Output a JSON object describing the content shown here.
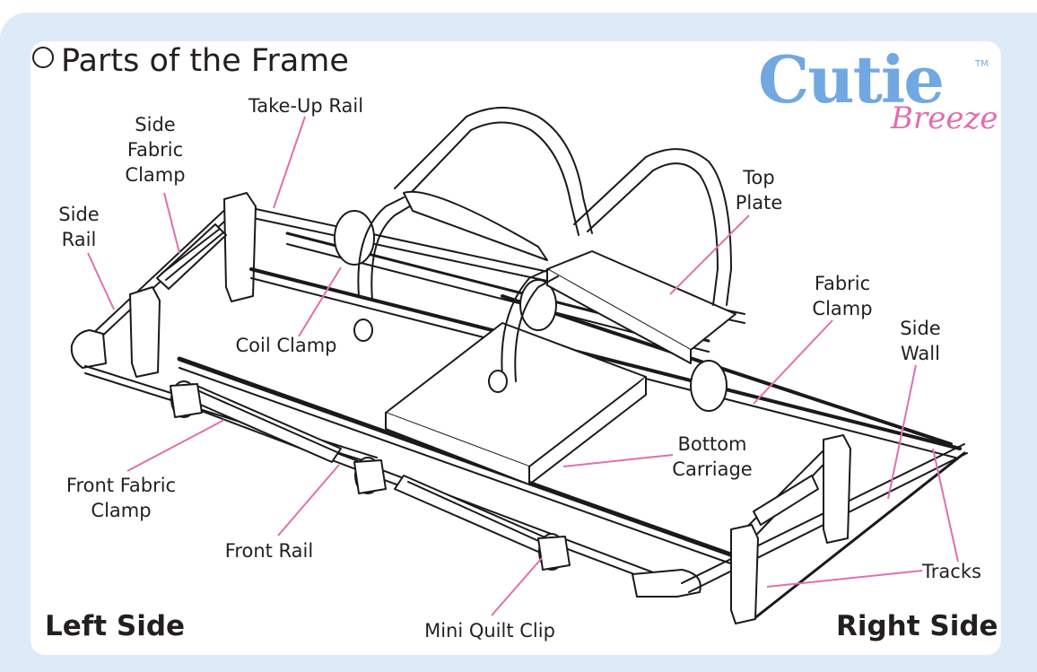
{
  "title": "Parts of the Frame",
  "logo": {
    "main": "Cutie",
    "trademark": "TM",
    "sub": "Breeze"
  },
  "colors": {
    "panel_background": "#ddeaf8",
    "callout_line": "#e06fae",
    "logo_blue": "#72a8e2",
    "logo_pink": "#e06fae",
    "text": "#231f20"
  },
  "callouts": {
    "take_up_rail": "Take-Up Rail",
    "side_fabric_clamp": [
      "Side",
      "Fabric",
      "Clamp"
    ],
    "side_rail": [
      "Side",
      "Rail"
    ],
    "coil_clamp": "Coil Clamp",
    "top_plate": [
      "Top",
      "Plate"
    ],
    "fabric_clamp": [
      "Fabric",
      "Clamp"
    ],
    "side_wall": [
      "Side",
      "Wall"
    ],
    "bottom_carriage": [
      "Bottom",
      "Carriage"
    ],
    "front_fabric_clamp": [
      "Front Fabric",
      "Clamp"
    ],
    "front_rail": "Front Rail",
    "tracks": "Tracks",
    "mini_quilt_clip": "Mini Quilt Clip"
  },
  "sides": {
    "left": "Left Side",
    "right": "Right Side"
  }
}
